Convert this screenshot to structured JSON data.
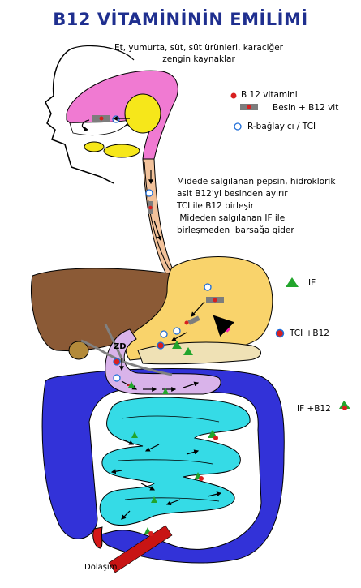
{
  "title": "B12 VİTAMİNİNİN EMİLİMİ",
  "intro": [
    "Et, yumurta, süt, süt ürünleri, karaciğer",
    "zengin kaynaklar"
  ],
  "legend_top": {
    "b12": "B 12 vitamini",
    "food_b12": "Besin + B12 vit",
    "r_binder": "R-bağlayıcı / TCI"
  },
  "stomach_note": [
    "Midede salgılanan pepsin, hidroklorik",
    "asit B12'yi besinden ayırır",
    "TCI ile B12 birleşir",
    " Mideden salgılanan IF ile",
    "birleşmeden  barsağa gider"
  ],
  "legend_if": "IF",
  "legend_tci_b12": "TCI +B12",
  "legend_if_b12": "IF +B12",
  "label_zd": "ZD",
  "label_circulation": "Dolaşım",
  "colors": {
    "title": "#1f2f8f",
    "mouth": "#f07ad2",
    "esophagus": "#f2c29b",
    "stomach": "#f9d36b",
    "liver": "#8b5a36",
    "duodenum": "#d9b3ea",
    "pancreas": "#efe1b5",
    "colon": "#3232d8",
    "small_intestine": "#35dbe6",
    "b12_dot": "#d81f1f",
    "if_triangle": "#22a52c",
    "food_block": "#7d7d7d",
    "arrow_pink": "#ff1fb0",
    "circulation": "#c81414"
  },
  "icons": [
    "b12-dot-icon",
    "food-b12-block-icon",
    "r-binder-circle-icon",
    "if-triangle-icon",
    "tci-b12-complex-icon",
    "if-b12-complex-icon"
  ]
}
